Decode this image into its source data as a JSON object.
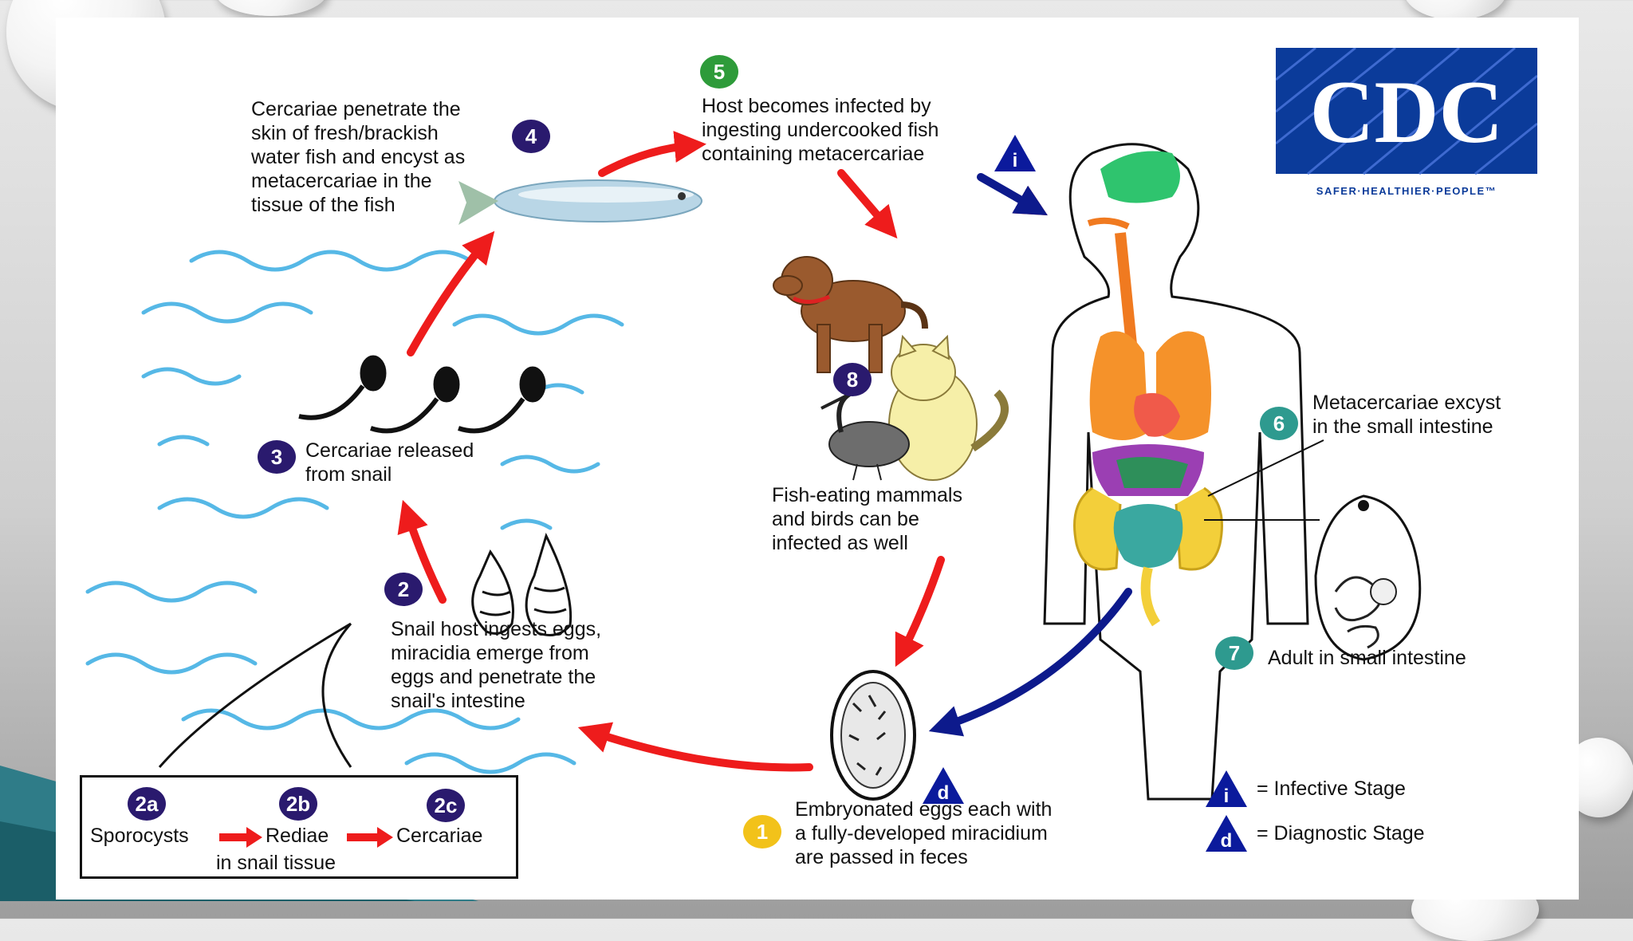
{
  "logo": {
    "text": "CDC",
    "tagline": "SAFER·HEALTHIER·PEOPLE™"
  },
  "stages": {
    "s1": {
      "badge": "1",
      "text": "Embryonated eggs each with\na fully-developed miracidium\nare passed in feces"
    },
    "s2": {
      "badge": "2",
      "text": "Snail host ingests eggs,\nmiracidia emerge from\neggs and penetrate the\nsnail's intestine"
    },
    "s3": {
      "badge": "3",
      "text": "Cercariae released\nfrom snail"
    },
    "s4": {
      "badge": "4",
      "text": "Cercariae penetrate the\nskin of fresh/brackish\nwater fish and encyst as\nmetacercariae in the\ntissue of the fish"
    },
    "s5": {
      "badge": "5",
      "text": "Host becomes infected by\ningesting undercooked fish\ncontaining metacercariae"
    },
    "s6": {
      "badge": "6",
      "text": "Metacercariae excyst\nin the small intestine"
    },
    "s7": {
      "badge": "7",
      "text": "Adult in small intestine"
    },
    "s8": {
      "badge": "8",
      "text": "Fish-eating mammals\nand birds can be\ninfected as well"
    }
  },
  "snail_tissue": {
    "items": [
      {
        "badge": "2a",
        "label": "Sporocysts"
      },
      {
        "badge": "2b",
        "label": "Rediae"
      },
      {
        "badge": "2c",
        "label": "Cercariae"
      }
    ],
    "caption": "in snail tissue"
  },
  "markers": {
    "infective": "i",
    "diagnostic": "d"
  },
  "legend": {
    "infective": "= Infective Stage",
    "diagnostic": "= Diagnostic Stage"
  },
  "colors": {
    "arrow_red": "#ee1c1c",
    "arrow_blue": "#0d1a8c",
    "water": "#56b8e6",
    "cdc_blue": "#0b3b9a",
    "badge_purple": "#2a1a6e",
    "badge_green": "#2e9b3a",
    "badge_teal": "#2e9a8f",
    "badge_yellow": "#f2c21a"
  }
}
